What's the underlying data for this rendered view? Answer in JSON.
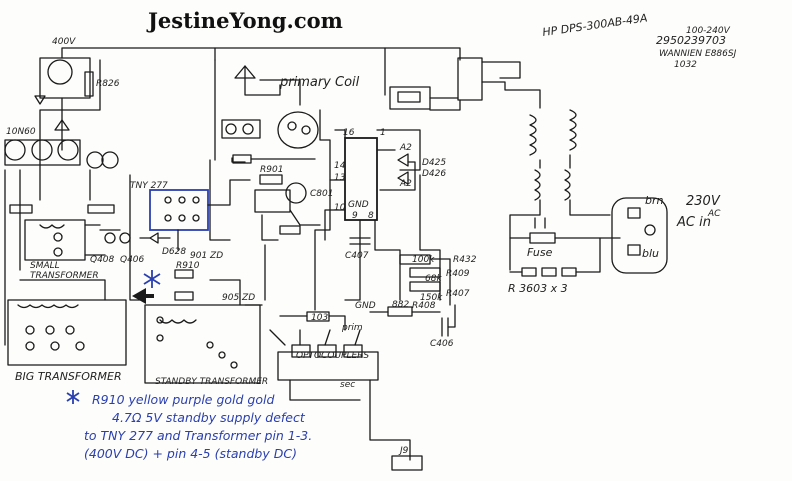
{
  "header": {
    "site_title": "JestineYong.com",
    "model_label": "HP DPS-300AB-49A",
    "serial_number": "2950239703",
    "vendor_code": "WANNIEN E886SJ",
    "lot_number": "1032",
    "input_range": "100-240V"
  },
  "labels": {
    "v400": "400V",
    "r826": "R826",
    "ion60": "10N60",
    "primary_coil": "primary Coil",
    "tny": "TNY 277",
    "small_transformer_1": "SMALL",
    "small_transformer_2": "TRANSFORMER",
    "q408": "Q408",
    "q406": "Q406",
    "big_transformer": "BIG TRANSFORMER",
    "standby_transformer": "STANDBY TRANSFORMER",
    "d901": "901 ZD",
    "d905": "905 ZD",
    "r910": "R910",
    "d628": "D628",
    "r901": "R901",
    "c801": "C801",
    "c407": "C407",
    "ic_pin_16": "16",
    "ic_pin_1": "1",
    "ic_pin_14": "14",
    "ic_pin_13": "13",
    "ic_pin_10": "10",
    "ic_gnd": "GND",
    "ic_pin_9": "9",
    "ic_pin_8": "8",
    "a2_1": "A2",
    "a2_2": "A2",
    "d425": "D425",
    "d426": "D426",
    "r432": "R432",
    "r409": "R409",
    "r407": "R407",
    "r408": "R408",
    "c406": "C406",
    "gnd": "GND",
    "prim": "prim",
    "sec": "sec",
    "optocouplers": "OPTOCOUPLERS",
    "fuse": "Fuse",
    "r3603": "R 3603 x 3",
    "brn": "brn",
    "blu": "blu",
    "ac_in": "AC in",
    "v230": "230V",
    "ac": "AC",
    "j9": "J9",
    "res_100k": "100k",
    "res_68k": "68k",
    "res_150k": "150k",
    "res_882": "882",
    "res_103": "103"
  },
  "note": {
    "line1": "R910   yellow purple gold gold",
    "line2": "4.7Ω   5V standby supply defect",
    "line3": "to  TNY 277  and Transformer pin 1-3.",
    "line4": "(400V DC) + pin 4-5 (standby DC)"
  },
  "colors": {
    "ink": "#1a1a1a",
    "annotation_blue": "#2a3fb0"
  }
}
